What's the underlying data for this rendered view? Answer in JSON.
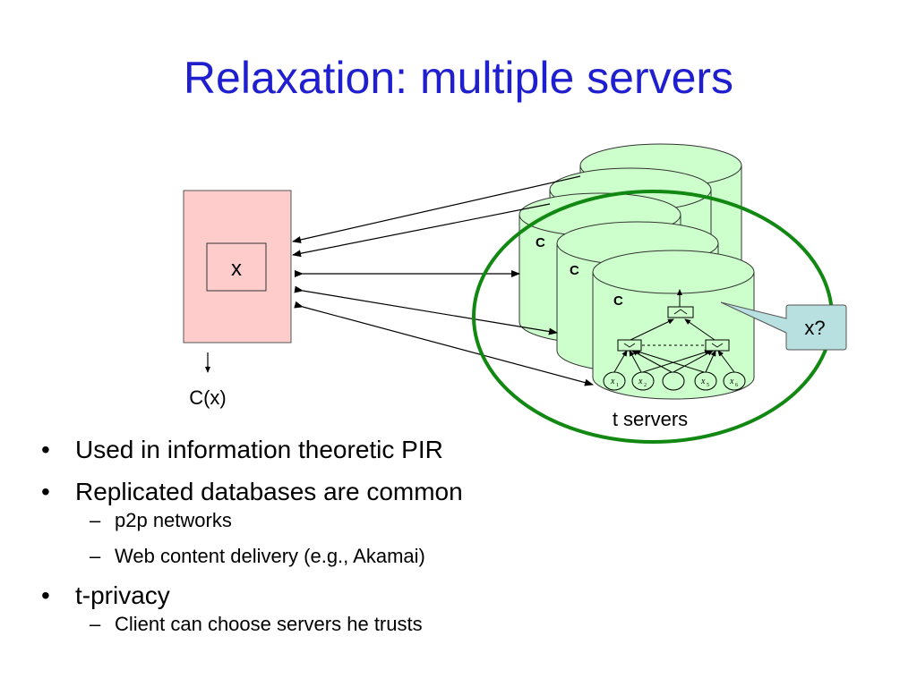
{
  "slide": {
    "title": "Relaxation: multiple servers"
  },
  "diagram": {
    "client_label": "x",
    "client_output_label": "C(x)",
    "server_circuit_label": "C",
    "servers_group_label": "t servers",
    "query_callout": "x?",
    "circuit_inputs": [
      "x",
      "x",
      "x",
      "x"
    ],
    "circuit_input_subscripts": [
      "1",
      "2",
      "5",
      "6"
    ],
    "colors": {
      "client_box": "#ffcccc",
      "server_cylinder": "#ccffcc",
      "group_ellipse": "#118811",
      "callout": "#b8e0e0",
      "title": "#1f1fd0"
    }
  },
  "bullets": [
    {
      "text": "Used in information theoretic PIR",
      "subitems": []
    },
    {
      "text": "Replicated databases are common",
      "subitems": [
        "p2p networks",
        "Web content delivery (e.g., Akamai)"
      ]
    },
    {
      "text": "t-privacy",
      "subitems": [
        "Client can choose servers he trusts"
      ]
    }
  ]
}
